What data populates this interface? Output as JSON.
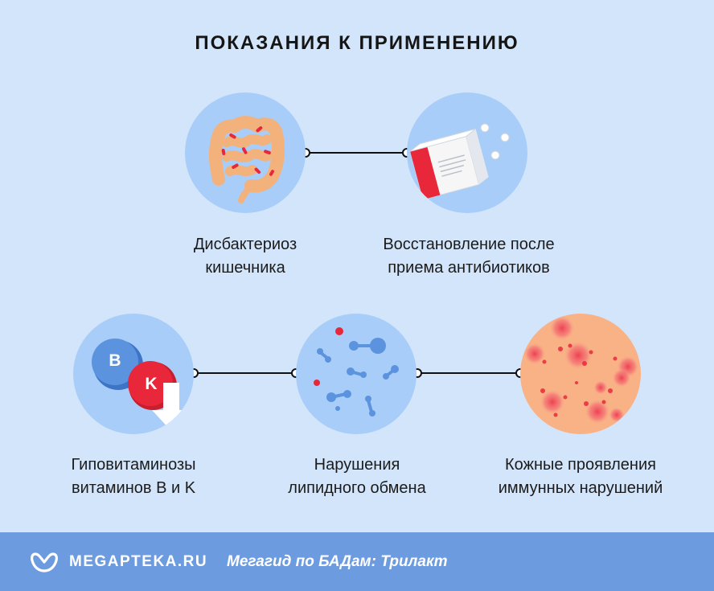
{
  "title": "ПОКАЗАНИЯ К ПРИМЕНЕНИЮ",
  "items": [
    {
      "line1": "Дисбактериоз",
      "line2": "кишечника",
      "icon": "intestine-icon"
    },
    {
      "line1": "Восстановление после",
      "line2": "приема антибиотиков",
      "icon": "pill-box-icon"
    },
    {
      "line1": "Гиповитаминозы",
      "line2": "витаминов B и K",
      "icon": "vitamin-bk-icon"
    },
    {
      "line1": "Нарушения",
      "line2": "липидного обмена",
      "icon": "molecules-icon"
    },
    {
      "line1": "Кожные проявления",
      "line2": "иммунных нарушений",
      "icon": "skin-rash-icon"
    }
  ],
  "vitamins": {
    "b": "B",
    "k": "K"
  },
  "footer": {
    "brand": "MEGAPTEKA.RU",
    "tagline": "Мегагид по БАДам: Трилакт",
    "logo_icon": "megapteka-logo-icon"
  },
  "colors": {
    "background": "#d3e5fb",
    "circle": "#a8cdf8",
    "footer": "#6c9cdf",
    "accent_red": "#e8283a",
    "vitamin_blue": "#4f88d8"
  }
}
